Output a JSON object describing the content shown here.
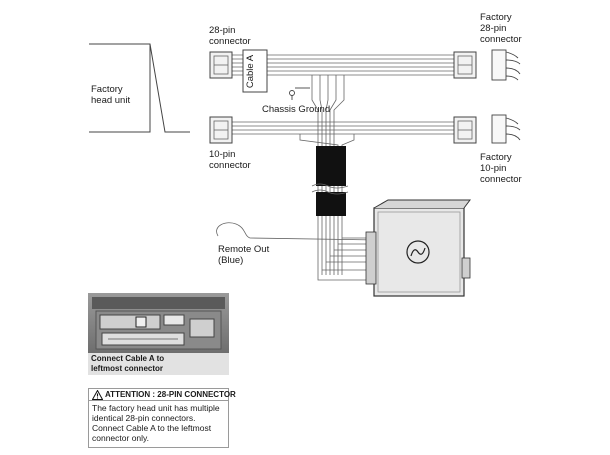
{
  "labels": {
    "factory_head_unit": "Factory\nhead unit",
    "pin28_connector": "28-pin\nconnector",
    "pin10_connector": "10-pin\nconnector",
    "cable_a": "Cable A",
    "chassis_ground": "Chassis Ground",
    "factory_28pin": "Factory\n28-pin\nconnector",
    "factory_10pin": "Factory\n10-pin\nconnector",
    "remote_out": "Remote Out\n(Blue)"
  },
  "photo": {
    "caption": "Connect Cable A to\nleftmost connector"
  },
  "attention": {
    "heading": "ATTENTION :  28-PIN CONNECTOR",
    "body": "The factory head unit has multiple identical 28-pin connectors. Connect Cable A to the leftmost connector only."
  },
  "icons": [
    "warning-icon",
    "ground-symbol-icon",
    "amplifier-logo-icon"
  ],
  "colors": {
    "line": "#555555",
    "connector_fill": "#f2f2f2",
    "loom": "#111111",
    "caption_bg": "#e2e2e2"
  }
}
